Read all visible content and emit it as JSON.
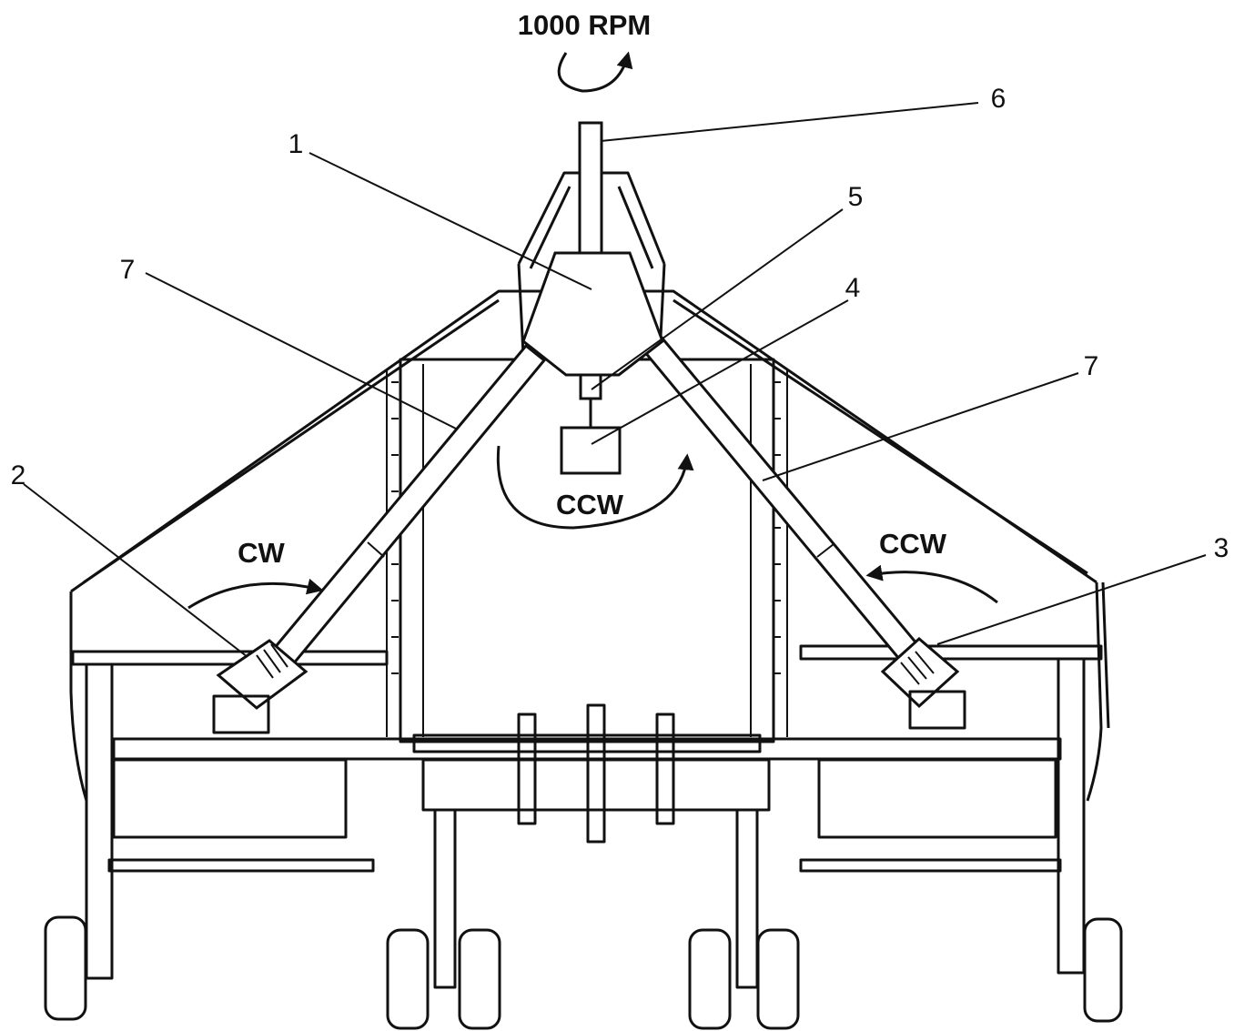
{
  "title_speed": "1000 RPM",
  "rotations": {
    "center": "CCW",
    "left": "CW",
    "right": "CCW"
  },
  "callouts": [
    "1",
    "2",
    "3",
    "4",
    "5",
    "6",
    "7",
    "7"
  ]
}
